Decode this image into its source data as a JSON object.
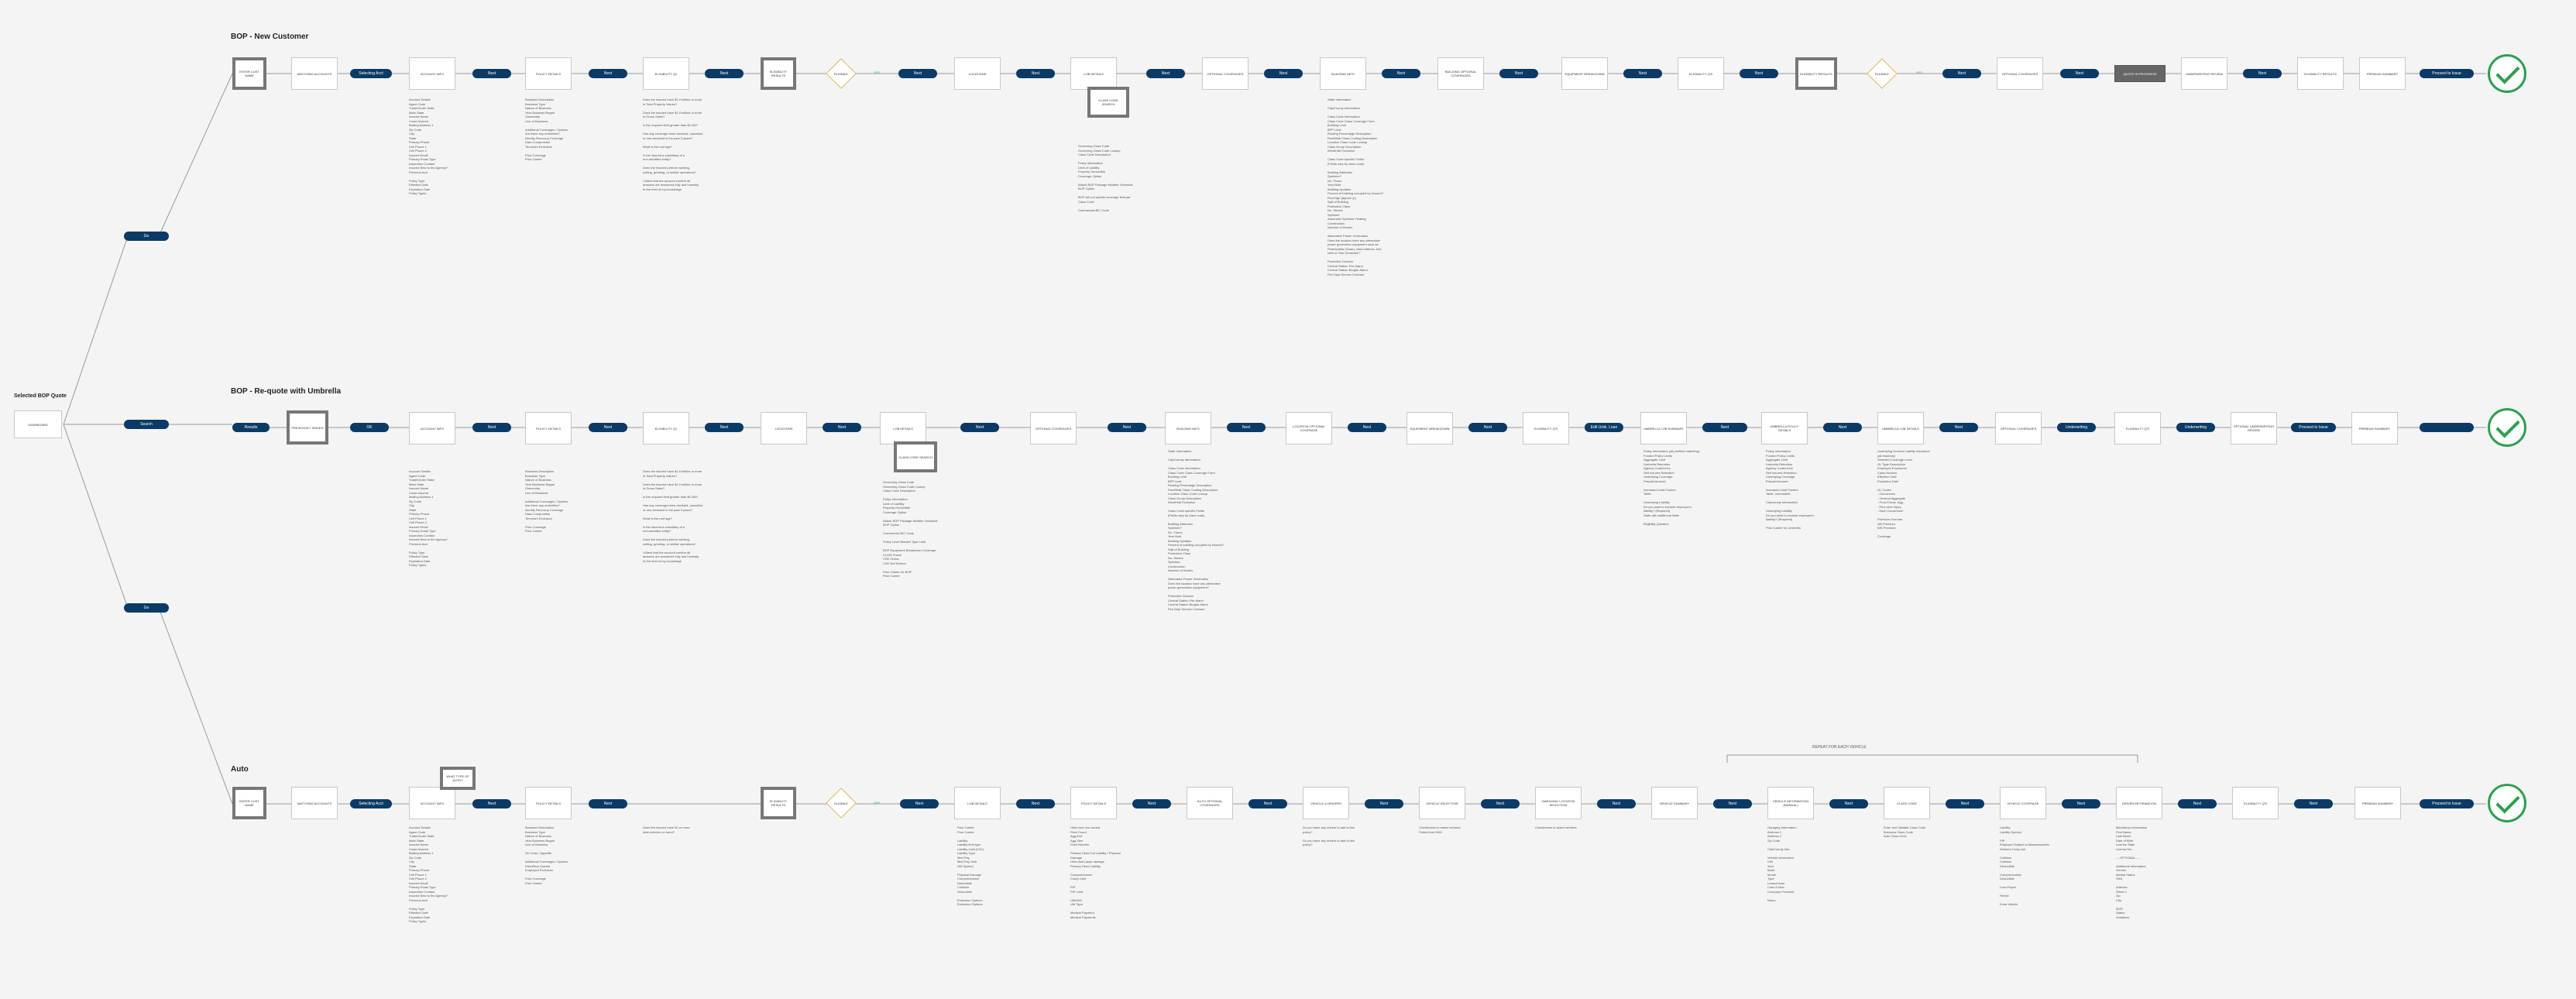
{
  "sections": {
    "new": "BOP - New Customer",
    "requote": "BOP - Re-quote with Umbrella",
    "auto": "Auto",
    "select": "Selected BOP Quote"
  },
  "start": {
    "dashboard": "DASHBOARD"
  },
  "branches": {
    "go1": "Go",
    "search": "Search",
    "go2": "Go"
  },
  "row1": {
    "nodes": [
      "ENTER CUST NAME",
      "MATCHING ACCOUNTS",
      "ACCOUNT INFO",
      "POLICY DETAILS",
      "ELIGIBILITY Q1",
      "ELIGIBILITY RESULTS",
      "ELIGIBLE",
      "LOCATIONS",
      "LOB DETAILS",
      "OPTIONAL COVERAGES",
      "BUILDING INFO",
      "BUILDING OPTIONAL COVERAGES",
      "EQUIPMENT BREAKDOWN",
      "ELIGIBILITY Q's",
      "ELIGIBILITY RESULTS",
      "ELIGIBLE",
      "OPTIONAL COVERAGES",
      "QUOTE IN PROGRESS",
      "UNDERWRITING REVIEW",
      "ELIGIBILITY RESULTS",
      "PREMIUM SUMMARY"
    ],
    "pills": [
      "Selecting Acct",
      "Next",
      "Next",
      "Next",
      "Next",
      "Next",
      "Next",
      "Next",
      "Next",
      "Next",
      "Next",
      "Next",
      "Next",
      "Next",
      "Next",
      "Proceed to Issue"
    ],
    "yes": "YES",
    "classcode": "CLASS CODE SEARCH",
    "notes": {
      "account": "Account Details\nAgent Code\nTrade/Under State\nMark State\nInsured Name\nCrash Insured\nMailing Address 1\nZip Code\nCity\nState\nPrimary Phone\nCell Phone 1\nCell Phone 2\nInsured Email\nPrimary Email Type\nInspection Contact\nInsured New to the Agency?\nPrevious Acct\n\nPolicy Type\nEffective Date\nExpiration Date\nPolicy Types",
      "policy": "Business Description\nBusiness Type\nNature of Business\nYear Business Began\nOwnership\nLine of Business\n\nAdditional Coverages / Options\nAre there any umbrellas?\nIdentity Recovery Coverage\nData Compromise\nTerrorism Exclusion\n\nPrior Coverage\nPrior Carrier",
      "elig": "Does the insured have $1.0 million or more\nin Total Property Values?\n\nDoes the insured have $1.0 million or more\nin Gross Sales?\n\nIs the required limit greater than $1.0M?\n\nHas any coverage been declined, cancelled\nor non-renewed in the past 3 years?\n\nWhat is the roof age?\n\nIs the insured a subsidiary of a\nnon-admitted entity?\n\nDoes the insured perform welding,\ncutting, grinding, or similar operations?\n\nI Attest that the account confirm all\nanswers are answered fully and honestly\nto the best of my knowledge.",
      "lob": "Governing Class Code\nGoverning Class Code Lookup\nClass Code Description\n\nPolicy Information\nLimit of Liability\nProperty Deductible\nCoverage Option\n\nAttach BOP Package Modifier Schedule\nBOP Option\n\nBOP will not update coverage limit per\nClass Code\n\nCommercial BIC Code",
      "building": "State Information\n\nCity/County Information\n\nClass Code Information\nClass Code Class Coverage Form\nBuilding Limit\nBPP Limit\nRoofing Percentage Description\nRoof/Wall Class Coating Description\nLocation Class Code Lookup\nClass Group Description\nWind/Hail Exclusion\n\nClass Code specific Fields\n(Fields vary by class code)\n\nBuilding Attributes\nSprinkler?\nNo. Floors\nYear Built\nBuilding Updates\nPercent of building occupied by insured?\nRoof Age (approx yr)\nSqft of Building\nProtection Class\nNo. Stories\nSprinkler\nAutomatic Sprinkler Heating\nConstruction\nNumber of Stories\n\nAlternative Power Generation\nDoes the location have any alternative\npower generation equipment such as\nPhotovoltaic (Solar), wind turbines, fuel\ncells or Gas Generator?\n\nProtective Devices\nCentral Station Fire Alarm\nCentral Station Burglar Alarm\nFire Dept Service Contract"
    }
  },
  "row2": {
    "nodes": [
      "PREVIOUSLY ISSUED",
      "ACCOUNT INFO",
      "POLICY DETAILS",
      "ELIGIBILITY Q1",
      "LOCATIONS",
      "LOB DETAILS",
      "OPTIONAL COVERAGES",
      "BUILDING INFO",
      "LOCATION OPTIONAL COVERAGE",
      "EQUIPMENT BREAKDOWN",
      "ELIGIBILITY Q's",
      "UMBRELLA LOB SUMMARY",
      "UMBRELLA POLICY DETAILS",
      "UMBRELLA LOB DETAILS",
      "OPTIONAL COVERAGES",
      "ELIGIBILITY Q's",
      "OPTIONAL UNDERWRITING REVIEW",
      "PREMIUM SUMMARY"
    ],
    "pills": [
      "Results",
      "OK",
      "Next",
      "Next",
      "Next",
      "Next",
      "Next",
      "Next",
      "Next",
      "Next",
      "Next",
      "Edit Umb. Loan",
      "Next",
      "Next",
      "Next",
      "Underwriting",
      "Proceed to Issue"
    ],
    "classcode": "CLASS CODE SEARCH",
    "notes": {
      "account": "Account Details\nAgent Code\nTrade/Under State\nMark State\nInsured Name\nCrash Insured\nMailing Address 1\nZip Code\nCity\nState\nPrimary Phone\nCell Phone 1\nCell Phone 2\nInsured Email\nPrimary Email Type\nInspection Contact\nInsured New to the Agency?\nPrevious Acct\n\nPolicy Type\nEffective Date\nExpiration Date\nPolicy Types",
      "policy": "Business Description\nBusiness Type\nNature of Business\nYear Business Began\nOwnership\nLine of Business\n\nAdditional Coverages / Options\nAre there any umbrellas?\nIdentity Recovery Coverage\nData Compromise\nTerrorism Exclusion\n\nPrior Coverage\nPrior Carrier",
      "elig": "Does the insured have $1.0 million or more\nin Total Property Values?\n\nDoes the insured have $1.0 million or more\nin Gross Sales?\n\nIs the required limit greater than $1.0M?\n\nHas any coverage been declined, cancelled\nor non-renewed in the past 3 years?\n\nWhat is the roof age?\n\nIs the insured a subsidiary of a\nnon-admitted entity?\n\nDoes the insured perform welding,\ncutting, grinding, or similar operations?\n\nI Attest that the account confirm all\nanswers are answered fully and honestly\nto the best of my knowledge.",
      "lob": "Governing Class Code\nGoverning Class Code Lookup\nClass Code Description\n\nPolicy Information\nLimit of Liability\nProperty Deductible\nCoverage Option\n\nAttach BOP Package Modifier Schedule\nBOP Option\n\nCommercial BIC Code\n\nPolicy Level Blanket Type Limit\n\nBOP Equipment Breakdown Coverage\nCLAIS Check\nCSE Check\nCSE Def Reform\n\nPrior Carrier for BOP\nPrior Carrier",
      "building": "State Information\n\nCity/County Information\n\nClass Code Information\nClass Code Class Coverage Form\nBuilding Limit\nBPP Limit\nRoofing Percentage Description\nRoof/Wall Class Coating Description\nLocation Class Code Lookup\nClass Group Description\nWind/Hail Exclusion\n\nClass Code specific Fields\n(Fields vary by class code)\n\nBuilding Attributes\nSprinkler?\nNo. Floors\nYear Built\nBuilding Updates\nPercent of building occupied by insured?\nSqft of Building\nProtection Class\nNo. Stories\nSprinkler\nConstruction\nNumber of Stories\n\nAlternative Power Generation\nDoes the location have any alternative\npower generation equipment?\n\nProtective Devices\nCentral Station Fire Alarm\nCentral Station Burglar Alarm\nFire Dept Service Contract",
      "umb": "Policy Information (all prefilled matching)\nFunded Policy Limits\nAggregate Limit\nUmbrella Retention\nAgency Code/Lines\nSelf Insured Retention\nUnderlying Coverage\nPrepaid Amount\n\nIncreased Limit Factors\nTable\n\nUnderlying Liability\nDo you want to exclude employer's\nliability? (Required)\nState with additional limits\n\nEligibility Question",
      "umbpol": "Policy Information\nFunded Policy Limits\nAggregate Limit\nUmbrella Retention\nAgency Code/Lines\nSelf Insured Retention\nUnderlying Coverage\nPrepaid Amount\n\nIncreased Limit Factors\nTable, overrulable\n\nCity/county Information\n\nUnderlying Liability\nDo you want to exclude employer's\nliability? (Required)\n\nPrior Carrier for Umbrella",
      "umblob": "Underlying General Liability Insurance\n(all readonly)\nSelected Coverage Level\nGL Type Description\nEmployee Exposures\nClass Number\nEffective Date\nExpiration Date\n\nGL Codes\n- Occurrence\n- General Aggregate\n- Prod./Comp. Agg.\n- Pers./Adv Injury\n- Each Occurrence\n\nPremium Override\nGB Premium\nBIS Premium\n\nCoverage"
    }
  },
  "row3": {
    "nodes": [
      "ENTER CUST NAME",
      "MATCHING ACCOUNTS",
      "ACCOUNT INFO",
      "POLICY DETAILS",
      "ELIGIBILITY RESULTS",
      "ELIGIBLE",
      "LOB DETAILS",
      "POLICY DETAILS",
      "AUTO OPTIONAL COVERAGES",
      "VEHICLE & DRIVERS",
      "VEHICLE SELECTION",
      "GARAGING LOCATION SELECTION",
      "VEHICLE SUMMARY",
      "VEHICLE INFORMATION (MANUAL)",
      "CLASS CODE",
      "VEHICLE COVERAGE",
      "DRIVER INFORMATION",
      "ELIGIBILITY Q's",
      "PREMIUM SUMMARY"
    ],
    "pills": [
      "Selecting Acct",
      "Next",
      "Next",
      "Next",
      "Next",
      "Next",
      "Next",
      "Next",
      "Next",
      "Next",
      "Next",
      "Next",
      "Next",
      "Next",
      "Next",
      "Next",
      "Proceed to Issue"
    ],
    "what": "WHAT TYPE OF AUTO?",
    "yes": "YES",
    "repeat": "REPEAT FOR EACH VEHICLE",
    "notes": {
      "account": "Account Details\nAgent Code\nTrade/Under State\nMark State\nInsured Name\nCrash Insured\nMailing Address 1\nZip Code\nCity\nState\nPrimary Phone\nCell Phone 1\nCell Phone 2\nInsured Email\nPrimary Email Type\nInspection Contact\nInsured New to the Agency?\nPrevious Acct\n\nPolicy Type\nEffective Date\nExpiration Date\nPolicy Types",
      "policy": "Business Description\nBusiness Type\nNature of Business\nYear Business Began\nLine of Business\n\nSic Code / Appetite\n\nAdditional Coverages / Options\nHired/Non-Owned\nEmployee Exclusion\n\nPrior Coverage\nPrior Carrier",
      "elig": "Does the insured have 50 or more\ntotal vehicles on hand?",
      "lob": "Prior Carrier\nPrior Carrier\n\nLiability\nLiability limit type\nLiability Limit (CSL)\nLiability Type\nMed Pay\nMed Pay Limit\nUM Symbol\n\nPhysical Damage\nComprehensive\nDeductible\nCollision\nDeductible\n\nExtension Options\nExtension Options",
      "poldet": "Hired and non-owned\nFleet Count\nAgg Amt\nAgg Size\nFleet Number\n\nPrimary Hired Car Liability / Physical\nDamage\nHired Auto phys damage\nPrimary Hired Liability\n\nComprehensive\nComp Limit\n\nPIP\nPIP Limit\n\nUM/UIM\nUM Type\n\nMedical Payment\nMedical Payments",
      "drivers": "Do you have any drivers to add to this\npolicy?\n\nDo you have any drivers to add to this\npolicy?",
      "vehsel": "Checkboxes to select vehicles\nPulled from DMV",
      "garage": "Checkboxes to select vehicles",
      "manual": "Garaging Information\nAddress 1\nAddress 2\nZip Code\n\nCity/County Info\n\nVehicle Information\nVIN\nYear\nMake\nModel\nType\nLeased Auto\nCost of New\nCompany Provided\n\nNotes",
      "classcode": "Enter and Validate Class Code\nBusiness Class Code\nAuto Class Desc",
      "vehcov": "Liability\nLiability Symbol\n\nPIP\nEmployer Subject to Massachusetts\nWorkers Comp Act\n\nCollision\nCollision\nDeductible\n\nComprehensive\nDeductible\n\nLoss Payee\n\nRental\n\nExtra Vehicle",
      "driver": "Mandatory Information\nFirst Name\nLast Name\nDate of Birth\nLicense State\nLicense No.\n\n--- OPTIONAL ---\n\nAdditional Information\nGender\nMarital Status\nSSN\n\nAddress\nStreet 1\nZip\nCity\n\nMVR\nStatus\nViolations"
    }
  }
}
